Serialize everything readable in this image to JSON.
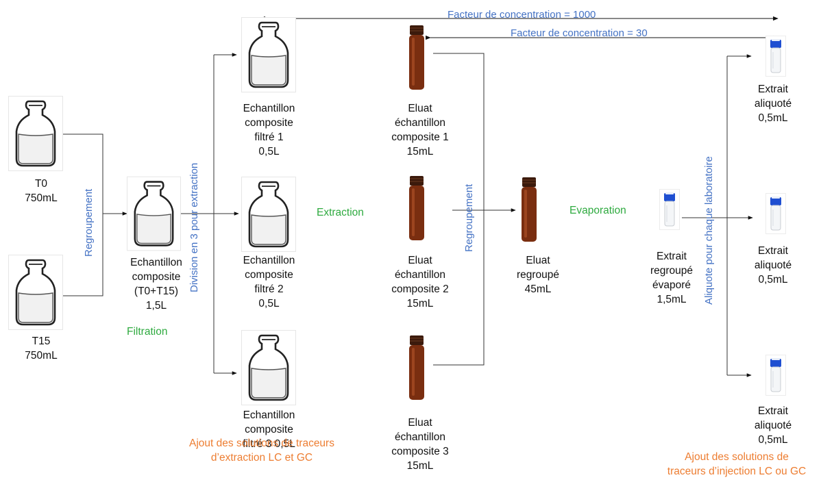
{
  "concentration": {
    "factor_1000": "Facteur de concentration = 1000",
    "factor_30": "Facteur de concentration = 30"
  },
  "samples": {
    "t0": "T0\n750mL",
    "t15": "T15\n750mL",
    "composite": "Echantillon\ncomposite\n(T0+T15)\n1,5L",
    "filtered_1": "Echantillon\ncomposite\nfiltré 1\n0,5L",
    "filtered_2": "Echantillon\ncomposite\nfiltré 2\n0,5L",
    "filtered_3": "Echantillon\ncomposite\nfiltré 3 0,5L",
    "eluate_1": "Eluat\néchantillon\ncomposite 1\n15mL",
    "eluate_2": "Eluat\néchantillon\ncomposite 2\n15mL",
    "eluate_3": "Eluat\néchantillon\ncomposite 3\n15mL",
    "eluate_pooled": "Eluat\nregroupé\n45mL",
    "extract_evaporated": "Extrait\nregroupé\névaporé\n1,5mL",
    "aliquot_1": "Extrait\naliquoté\n0,5mL",
    "aliquot_2": "Extrait\naliquoté\n0,5mL",
    "aliquot_3": "Extrait\naliquoté\n0,5mL"
  },
  "steps": {
    "regroupement_1": "Regroupement",
    "division": "Division en 3 pour extraction",
    "filtration": "Filtration",
    "extraction": "Extraction",
    "regroupement_2": "Regroupement",
    "evaporation": "Evaporation",
    "aliquote": "Aliquote pour chaque laboratoire"
  },
  "notes": {
    "extraction_tracers": "Ajout des solutions de traceurs\nd’extraction LC et GC",
    "injection_tracers": "Ajout des solutions de\ntraceurs d’injection LC ou GC"
  },
  "colors": {
    "step_green": "#2eaa3f",
    "step_blue": "#4472c4",
    "note_orange": "#ed7d31",
    "amber_vial": "#7a2e10",
    "vial_cap_blue": "#1f4fd1"
  }
}
